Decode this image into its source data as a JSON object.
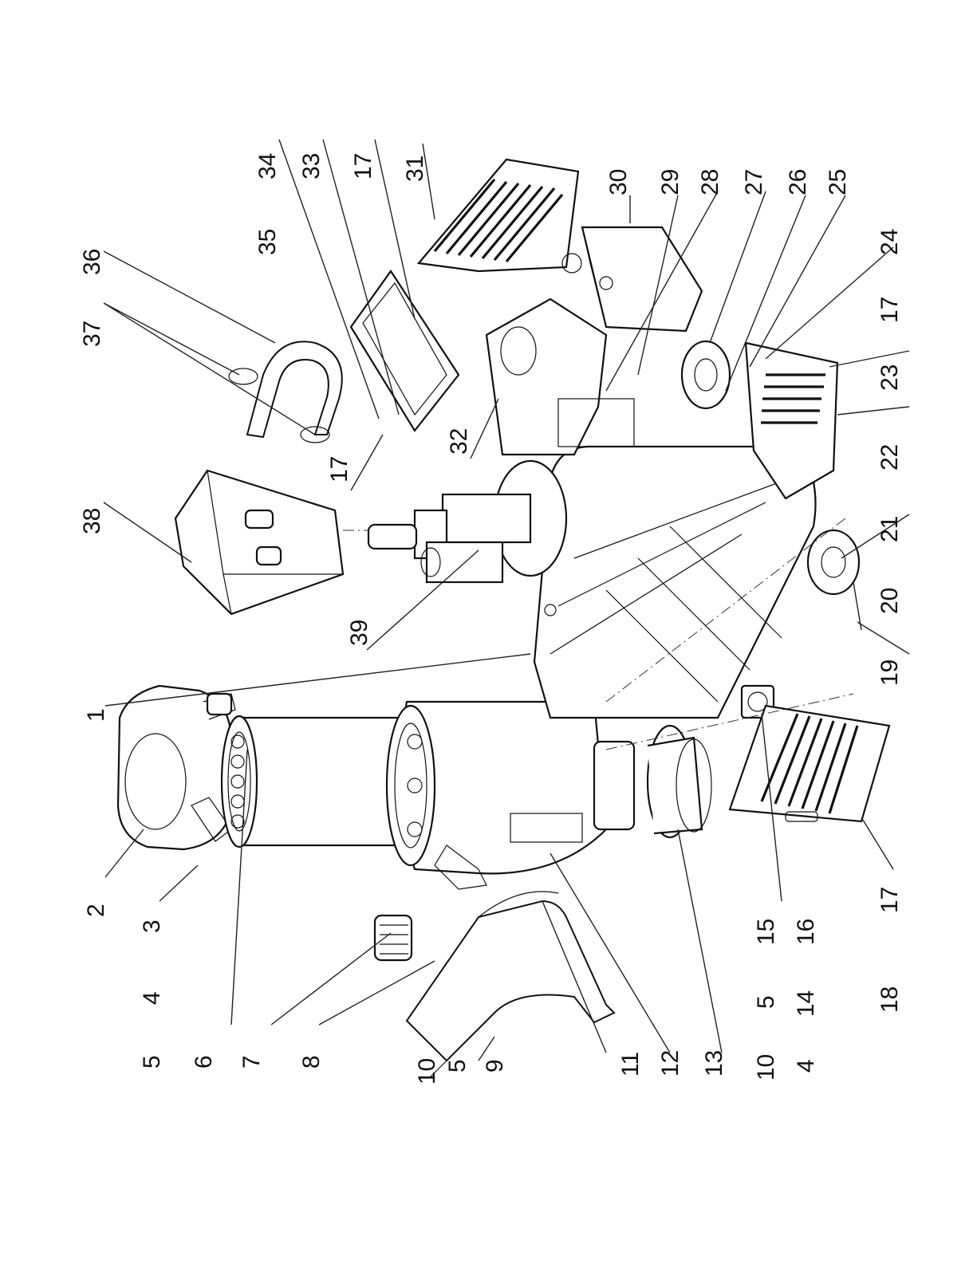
{
  "diagram": {
    "labels": {
      "p1": "1",
      "p2": "2",
      "p3": "3",
      "p4a": "4",
      "p5a": "5",
      "p6": "6",
      "p7": "7",
      "p8": "8",
      "p9": "9",
      "p10a": "10",
      "p5b": "5",
      "p11": "11",
      "p12": "12",
      "p13": "13",
      "p10b": "10",
      "p4b": "4",
      "p14": "14",
      "p5c": "5",
      "p15": "15",
      "p16": "16",
      "p17a": "17",
      "p18": "18",
      "p19": "19",
      "p20": "20",
      "p21": "21",
      "p22": "22",
      "p23": "23",
      "p17b": "17",
      "p24": "24",
      "p25": "25",
      "p26": "26",
      "p27": "27",
      "p28": "28",
      "p29": "29",
      "p30": "30",
      "p31": "31",
      "p17c": "17",
      "p33": "33",
      "p34": "34",
      "p35": "35",
      "p32": "32",
      "p17d": "17",
      "p36": "36",
      "p37": "37",
      "p38": "38",
      "p39": "39"
    }
  }
}
